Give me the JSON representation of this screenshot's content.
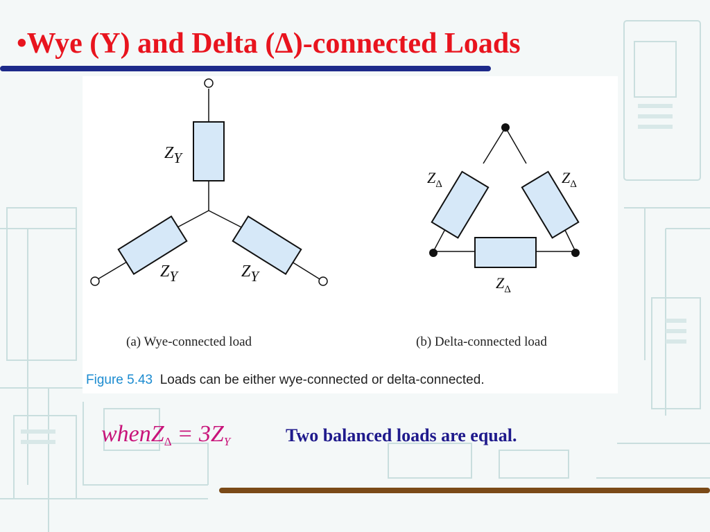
{
  "slide": {
    "title": "•Wye (Y) and Delta (Δ)-connected Loads"
  },
  "figure": {
    "wye_caption": "(a) Wye-connected load",
    "delta_caption": "(b) Delta-connected load",
    "figure_number": "Figure 5.43",
    "figure_text": "Loads can be either wye-connected or delta-connected.",
    "wye_labels": {
      "main": "Z",
      "sub": "Y"
    },
    "delta_labels": {
      "main": "Z",
      "sub": "Δ"
    }
  },
  "formula": {
    "prefix": "when",
    "lhs_main": "Z",
    "lhs_sub": "Δ",
    "operator": "=",
    "rhs_main": "3Z",
    "rhs_sub": "Y"
  },
  "note": "Two balanced loads are equal.",
  "colors": {
    "title": "#e8141e",
    "top_rule": "#1d2a8a",
    "bottom_rule": "#7a4a18",
    "impedance_fill": "#d6e8f8",
    "formula": "#c8147a",
    "note": "#1f1a8c",
    "figure_number": "#1b8bd0"
  }
}
